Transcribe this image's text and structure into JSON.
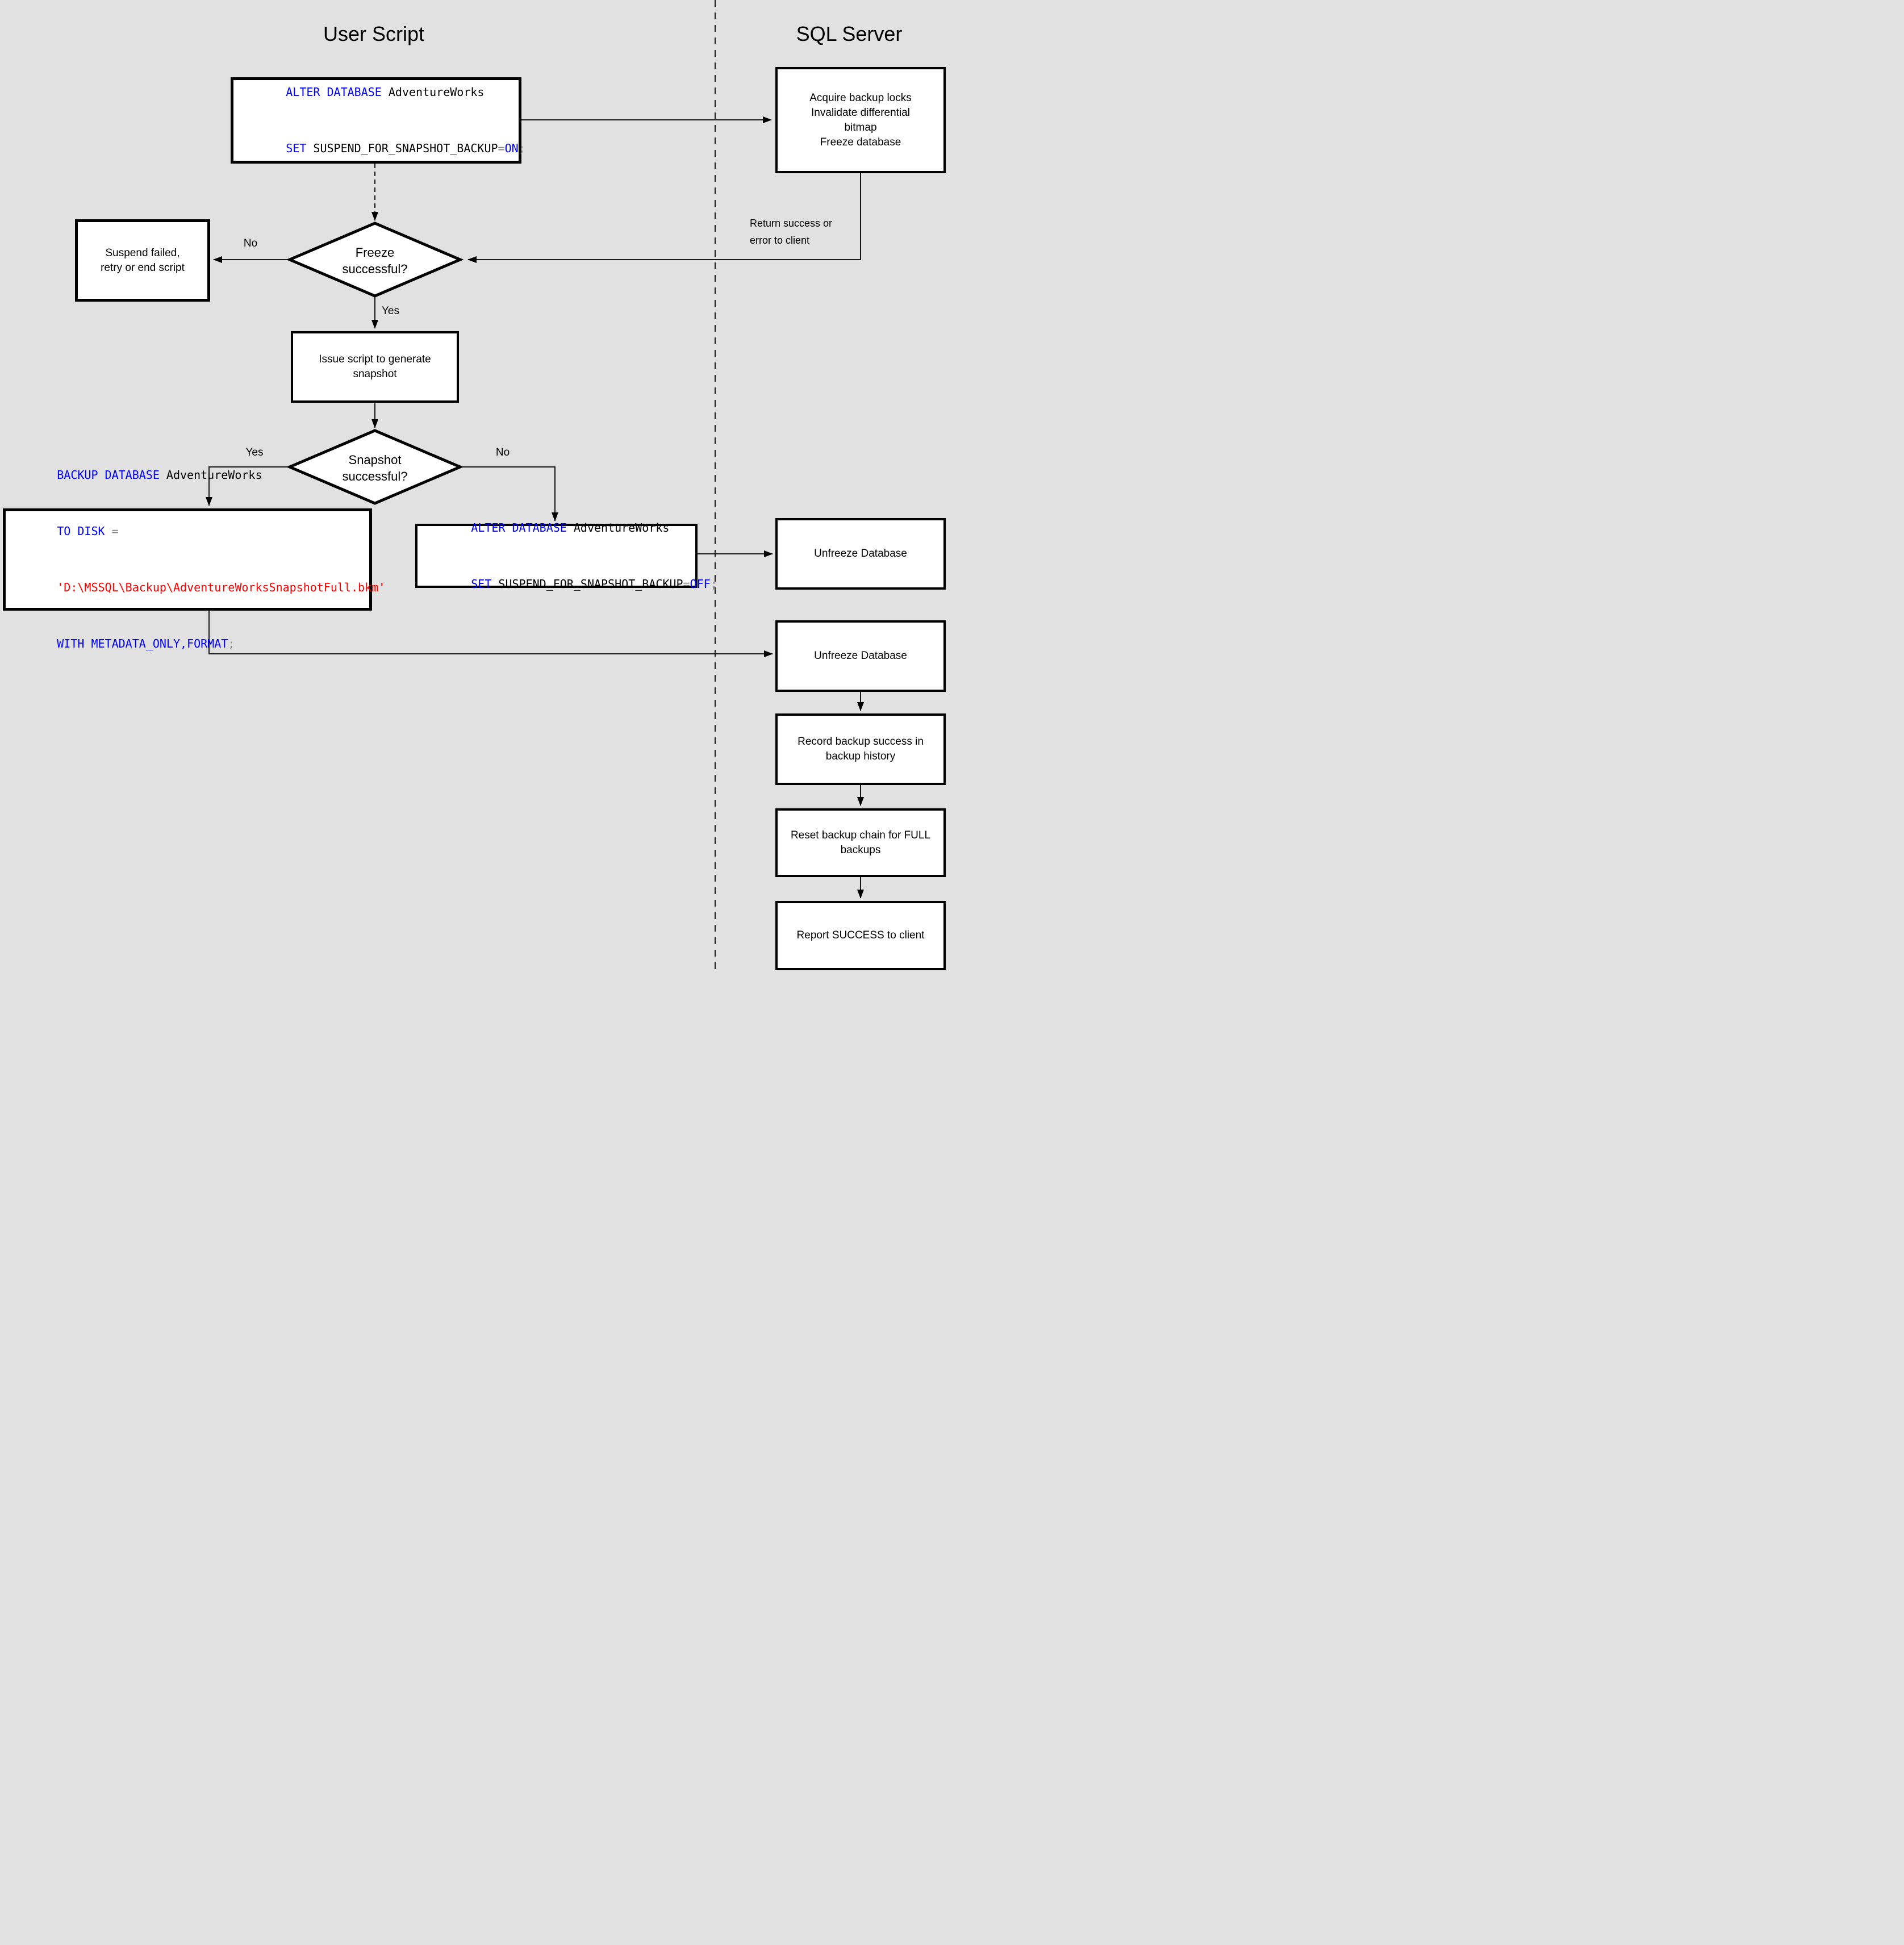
{
  "titles": {
    "user_script": "User Script",
    "sql_server": "SQL Server"
  },
  "decisions": {
    "freeze": {
      "line1": "Freeze",
      "line2": "successful?",
      "yes": "Yes",
      "no": "No"
    },
    "snapshot": {
      "line1": "Snapshot",
      "line2": "successful?",
      "yes": "Yes",
      "no": "No"
    }
  },
  "annotations": {
    "return_status": {
      "line1": "Return success or",
      "line2": "error to client"
    }
  },
  "boxes": {
    "suspend_on": {
      "lines": [
        {
          "segments": [
            {
              "t": "ALTER DATABASE ",
              "c": "keyword"
            },
            {
              "t": "AdventureWorks",
              "c": "identifier"
            }
          ]
        },
        {
          "segments": [
            {
              "t": "SET ",
              "c": "keyword"
            },
            {
              "t": "SUSPEND_FOR_SNAPSHOT_BACKUP",
              "c": "identifier"
            },
            {
              "t": "=",
              "c": "operator"
            },
            {
              "t": "ON",
              "c": "keyword"
            },
            {
              "t": ";",
              "c": "operator"
            }
          ]
        }
      ]
    },
    "acquire_locks": {
      "lines": [
        "Acquire backup locks",
        "Invalidate differential",
        "bitmap",
        "Freeze database"
      ]
    },
    "suspend_failed": {
      "lines": [
        "Suspend failed,",
        "retry or end script"
      ]
    },
    "issue_script": {
      "lines": [
        "Issue script to generate",
        "snapshot"
      ]
    },
    "backup_metadata": {
      "lines": [
        {
          "segments": [
            {
              "t": "BACKUP DATABASE ",
              "c": "keyword"
            },
            {
              "t": "AdventureWorks",
              "c": "identifier"
            }
          ]
        },
        {
          "segments": [
            {
              "t": "TO DISK ",
              "c": "keyword"
            },
            {
              "t": "=",
              "c": "operator"
            }
          ]
        },
        {
          "segments": [
            {
              "t": "'D:\\MSSQL\\Backup\\AdventureWorksSnapshotFull.bkm'",
              "c": "string"
            }
          ]
        },
        {
          "segments": [
            {
              "t": "WITH METADATA_ONLY,FORMAT",
              "c": "keyword"
            },
            {
              "t": ";",
              "c": "operator"
            }
          ]
        }
      ]
    },
    "suspend_off": {
      "lines": [
        {
          "segments": [
            {
              "t": "ALTER DATABASE ",
              "c": "keyword"
            },
            {
              "t": "AdventureWorks",
              "c": "identifier"
            }
          ]
        },
        {
          "segments": [
            {
              "t": "SET ",
              "c": "keyword"
            },
            {
              "t": "SUSPEND_FOR_SNAPSHOT_BACKUP",
              "c": "identifier"
            },
            {
              "t": "=",
              "c": "operator"
            },
            {
              "t": "OFF",
              "c": "keyword"
            },
            {
              "t": ";",
              "c": "operator"
            }
          ]
        }
      ]
    },
    "unfreeze_top": {
      "label": "Unfreeze Database"
    },
    "unfreeze_bottom": {
      "label": "Unfreeze Database"
    },
    "record_history": {
      "lines": [
        "Record backup success in",
        "backup history"
      ]
    },
    "reset_chain": {
      "lines": [
        "Reset backup chain for FULL",
        "backups"
      ]
    },
    "report_success": {
      "label": "Report SUCCESS to client"
    }
  },
  "colors": {
    "keyword": "#0000ff",
    "identifier": "#000000",
    "operator": "#808080",
    "string": "#ff0000",
    "background": "#e1e1e1",
    "line": "#000000"
  }
}
